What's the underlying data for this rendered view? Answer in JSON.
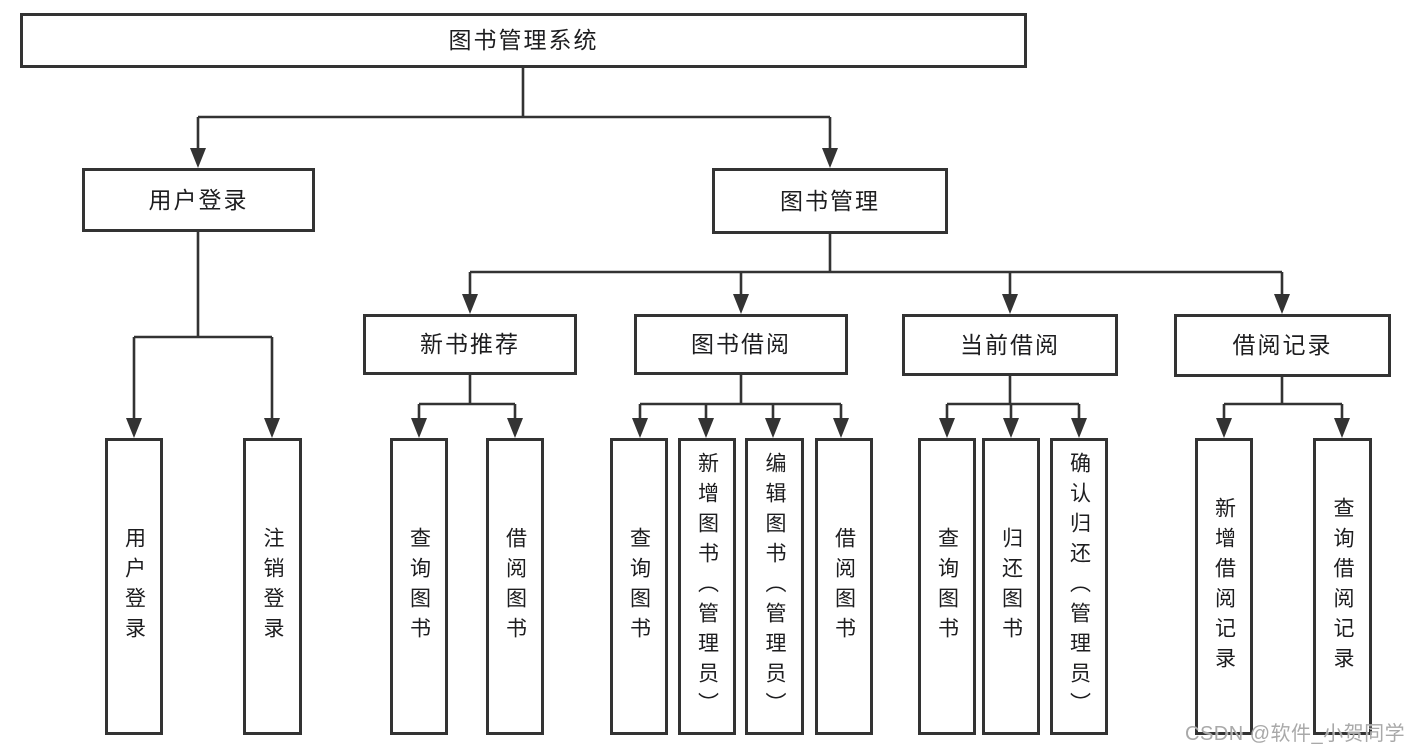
{
  "diagram": {
    "type": "hierarchy-tree",
    "root": {
      "label": "图书管理系统"
    },
    "level2": [
      {
        "label": "用户登录",
        "children": [
          "用户登录",
          "注销登录"
        ]
      },
      {
        "label": "图书管理",
        "groups": [
          {
            "label": "新书推荐",
            "children": [
              "查询图书",
              "借阅图书"
            ]
          },
          {
            "label": "图书借阅",
            "children": [
              "查询图书",
              "新增图书（管理员）",
              "编辑图书（管理员）",
              "借阅图书"
            ]
          },
          {
            "label": "当前借阅",
            "children": [
              "查询图书",
              "归还图书",
              "确认归还（管理员）"
            ]
          },
          {
            "label": "借阅记录",
            "children": [
              "新增借阅记录",
              "查询借阅记录"
            ]
          }
        ]
      }
    ]
  },
  "watermark": {
    "text": "CSDN @软件_小贺同学"
  },
  "colors": {
    "line": "#333333",
    "text": "#1d1d1f",
    "watermark": "#a9a9a9",
    "background": "#ffffff"
  }
}
